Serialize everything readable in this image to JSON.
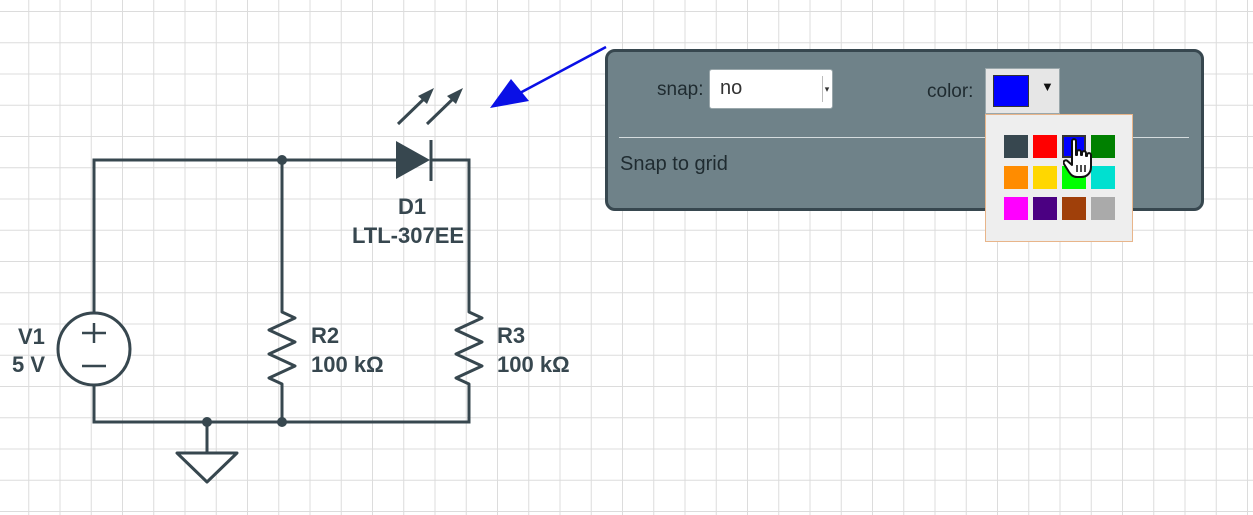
{
  "circuit": {
    "source": {
      "name": "V1",
      "value": "5 V"
    },
    "resistors": [
      {
        "name": "R2",
        "value": "100 kΩ"
      },
      {
        "name": "R3",
        "value": "100 kΩ"
      }
    ],
    "led": {
      "name": "D1",
      "part": "LTL-307EE"
    },
    "wire_color": "#37474f"
  },
  "annotation": {
    "arrow_color": "#0a10e6"
  },
  "settings": {
    "snap_label": "snap:",
    "snap_value": "no",
    "color_label": "color:",
    "selected_color": "#0000ff",
    "description": "Snap to grid",
    "palette": [
      "#37474f",
      "#ff0000",
      "#0000ff",
      "#008000",
      "#ff8c00",
      "#ffd700",
      "#00ff00",
      "#00e0d0",
      "#ff00ff",
      "#4b0082",
      "#a0400a",
      "#aaaaaa"
    ],
    "selected_index": 2
  }
}
